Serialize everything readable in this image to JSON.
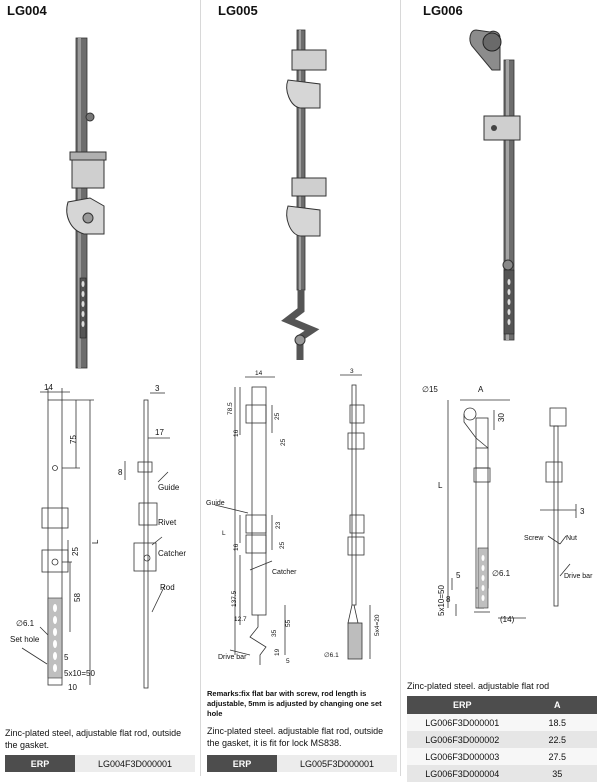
{
  "columns": [
    {
      "code": "LG004"
    },
    {
      "code": "LG005"
    },
    {
      "code": "LG006"
    }
  ],
  "lg004": {
    "dims": {
      "w": "14",
      "t": "3",
      "d75": "75",
      "d17": "17",
      "d8": "8",
      "d25": "25",
      "d58": "58",
      "d5": "5",
      "d10": "10",
      "slots": "5x10=50",
      "hole": "6.1",
      "l": "L"
    },
    "labels": {
      "guide": "Guide",
      "rivet": "Rivet",
      "catcher": "Catcher",
      "rod": "Rod",
      "set_hole": "Set hole"
    },
    "description": "Zinc-plated steel, adjustable flat rod, outside the gasket.",
    "erp_label": "ERP",
    "erp_value": "LG004F3D000001"
  },
  "lg005": {
    "dims": {
      "w": "14",
      "t": "3",
      "d785": "78.5",
      "d16a": "16",
      "d25a": "25",
      "d25b": "25",
      "d16b": "16",
      "d23": "23",
      "d25c": "25",
      "d1375": "137.5",
      "d127": "12.7",
      "d55": "55",
      "d35": "35",
      "d19": "19",
      "d5": "5",
      "slots": "5x4=20",
      "hole": "6.1",
      "l": "L"
    },
    "labels": {
      "guide": "Guide",
      "catcher": "Catcher",
      "drive_bar": "Drive bar"
    },
    "remark": "Remarks:fix flat bar with screw, rod length is adjustable, 5mm is adjusted by changing one set hole",
    "description": "Zinc-plated steel. adjustable flat rod, outside the gasket, it is fit for lock MS838.",
    "erp_label": "ERP",
    "erp_value": "LG005F3D000001"
  },
  "lg006": {
    "dims": {
      "d15": "15",
      "a": "A",
      "d30": "30",
      "l": "L",
      "d5": "5",
      "d8": "8",
      "hole": "6.1",
      "slots": "5x10=50",
      "d14": "(14)",
      "d3": "3"
    },
    "labels": {
      "screw": "Screw",
      "nut": "Nut",
      "drive_bar": "Drive bar"
    },
    "description": "Zinc-plated steel. adjustable flat rod",
    "table": {
      "headers": [
        "ERP",
        "A"
      ],
      "rows": [
        [
          "LG006F3D000001",
          "18.5"
        ],
        [
          "LG006F3D000002",
          "22.5"
        ],
        [
          "LG006F3D000003",
          "27.5"
        ],
        [
          "LG006F3D000004",
          "35"
        ]
      ]
    }
  }
}
